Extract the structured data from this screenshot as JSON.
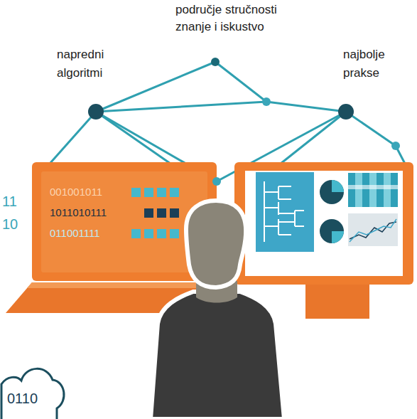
{
  "diagram": {
    "labels": [
      "područje stručnosti znanje i iskustvo",
      "napredni algoritmi",
      "najbolje prakse",
      "001001011",
      "1011010111",
      "011001111",
      "11",
      "10",
      "0110"
    ]
  }
}
